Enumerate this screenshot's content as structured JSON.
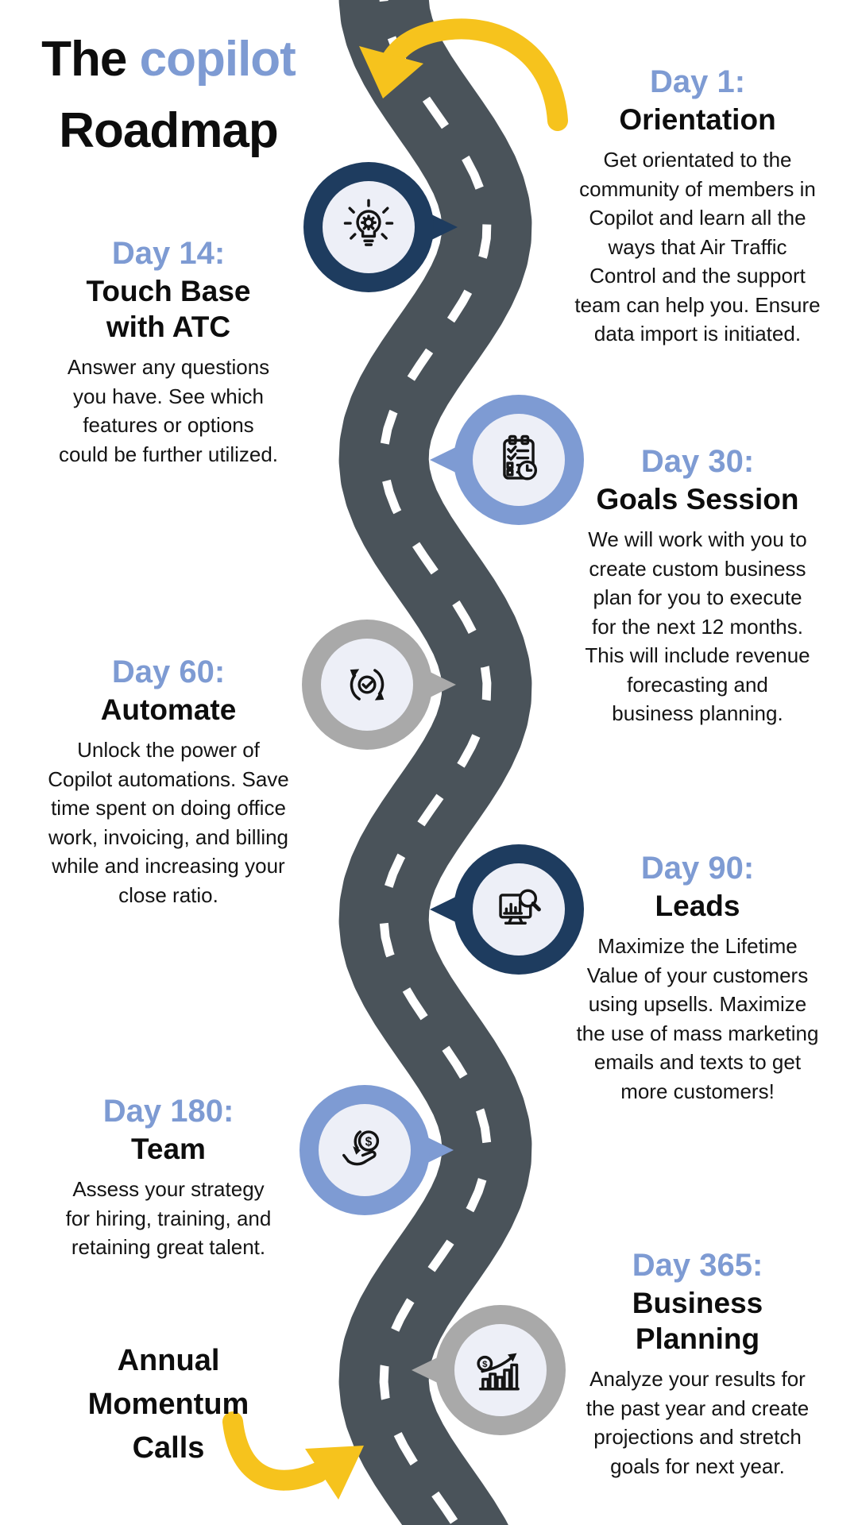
{
  "colors": {
    "blue": "#7e9bd3",
    "navy": "#1e3c5f",
    "gray": "#a9a9a9",
    "road": "#4a535a",
    "yellow": "#f6c31d",
    "icon-bg": "#edeff7",
    "ink": "#0d0d0d"
  },
  "title": {
    "line1_black": "The ",
    "line1_accent": "copilot",
    "line2": "Roadmap"
  },
  "milestones": [
    {
      "id": "day1",
      "side": "right",
      "icon": "idea-icon",
      "day_label": "Day 1:",
      "heading": "Orientation",
      "body": "Get orientated to the\ncommunity of members in\nCopilot and learn all the\nways that Air Traffic\nControl and the support\nteam can help you. Ensure\ndata import is initiated."
    },
    {
      "id": "day14",
      "side": "left",
      "icon": "idea-icon",
      "day_label": "Day 14:",
      "heading": "Touch Base\nwith ATC",
      "body": "Answer any questions\nyou have. See which\nfeatures or options\ncould be further utilized."
    },
    {
      "id": "day30",
      "side": "right",
      "icon": "checklist-icon",
      "day_label": "Day 30:",
      "heading": "Goals Session",
      "body": "We will work with you to\ncreate custom business\nplan for you to execute\nfor the next 12 months.\nThis will include revenue\nforecasting and\nbusiness planning."
    },
    {
      "id": "day60",
      "side": "left",
      "icon": "automation-icon",
      "day_label": "Day 60:",
      "heading": "Automate",
      "body": "Unlock the power of\nCopilot automations. Save\ntime spent on doing office\nwork, invoicing, and billing\nwhile and increasing your\nclose ratio."
    },
    {
      "id": "day90",
      "side": "right",
      "icon": "analytics-icon",
      "day_label": "Day 90:",
      "heading": "Leads",
      "body": "Maximize the Lifetime\nValue of your customers\nusing upsells. Maximize\nthe use of mass marketing\nemails and texts to get\nmore customers!"
    },
    {
      "id": "day180",
      "side": "left",
      "icon": "investment-icon",
      "day_label": "Day 180:",
      "heading": "Team",
      "body": "Assess your strategy\nfor hiring, training, and\nretaining great talent."
    },
    {
      "id": "day365",
      "side": "right",
      "icon": "growth-icon",
      "day_label": "Day 365:",
      "heading": "Business\nPlanning",
      "body": "Analyze your results for\nthe past year and create\nprojections and stretch\ngoals for next year."
    }
  ],
  "annual_call": {
    "label": "Annual\nMomentum\nCalls"
  },
  "icon_names": [
    "idea-icon",
    "checklist-icon",
    "automation-icon",
    "analytics-icon",
    "investment-icon",
    "growth-icon",
    "curved-arrow-icon"
  ]
}
